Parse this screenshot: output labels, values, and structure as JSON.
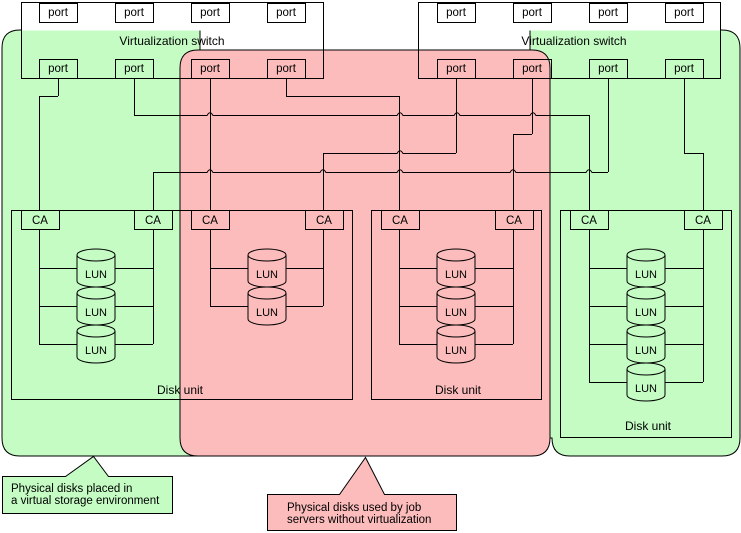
{
  "colors": {
    "virtual_region": "#c4fcc4",
    "non_virtual_region": "#fcbcbc",
    "line": "#000000",
    "switch_fill": "#ffffff"
  },
  "switches": [
    {
      "label": "Virtualization switch",
      "top_ports": [
        "port",
        "port",
        "port",
        "port"
      ],
      "bottom_ports": [
        "port",
        "port",
        "port",
        "port"
      ]
    },
    {
      "label": "Virtualization switch",
      "top_ports": [
        "port",
        "port",
        "port",
        "port"
      ],
      "bottom_ports": [
        "port",
        "port",
        "port",
        "port"
      ]
    }
  ],
  "disk_units": [
    {
      "label": "Disk unit",
      "ca_labels": [
        "CA",
        "CA",
        "CA",
        "CA"
      ],
      "lun_groups": [
        [
          "LUN",
          "LUN",
          "LUN"
        ],
        [
          "LUN",
          "LUN"
        ]
      ]
    },
    {
      "label": "Disk unit",
      "ca_labels": [
        "CA",
        "CA"
      ],
      "lun_groups": [
        [
          "LUN",
          "LUN",
          "LUN"
        ]
      ]
    },
    {
      "label": "Disk unit",
      "ca_labels": [
        "CA",
        "CA"
      ],
      "lun_groups": [
        [
          "LUN",
          "LUN",
          "LUN",
          "LUN"
        ]
      ]
    }
  ],
  "callouts": {
    "virtual": {
      "line1": "Physical disks placed in",
      "line2": "a virtual storage environment"
    },
    "non_virtual": {
      "line1": "Physical disks used by job",
      "line2": "servers without virtualization"
    }
  }
}
